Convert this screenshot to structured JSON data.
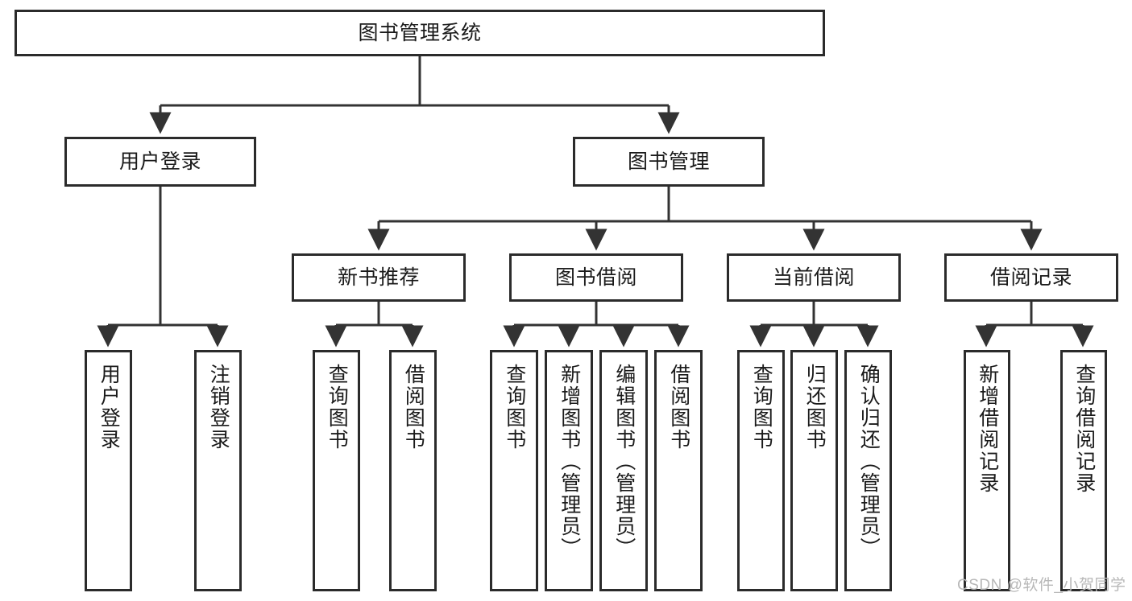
{
  "diagram": {
    "type": "tree-hierarchy-chart",
    "title": "图书管理系统",
    "root": {
      "label": "图书管理系统"
    },
    "level1": [
      {
        "label": "用户登录"
      },
      {
        "label": "图书管理"
      }
    ],
    "level2": [
      {
        "label": "新书推荐"
      },
      {
        "label": "图书借阅"
      },
      {
        "label": "当前借阅"
      },
      {
        "label": "借阅记录"
      }
    ],
    "leaves": [
      {
        "label": "用户登录"
      },
      {
        "label": "注销登录"
      },
      {
        "label": "查询图书"
      },
      {
        "label": "借阅图书"
      },
      {
        "label": "查询图书"
      },
      {
        "label": "新增图书（管理员）"
      },
      {
        "label": "编辑图书（管理员）"
      },
      {
        "label": "借阅图书"
      },
      {
        "label": "查询图书"
      },
      {
        "label": "归还图书"
      },
      {
        "label": "确认归还（管理员）"
      },
      {
        "label": "新增借阅记录"
      },
      {
        "label": "查询借阅记录"
      }
    ],
    "watermark": "CSDN @软件_小贺同学",
    "colors": {
      "border": "#2b2b2b",
      "connector": "#333333",
      "background": "#ffffff",
      "text": "#1a1a1a",
      "watermark": "#b8b8b8"
    }
  }
}
